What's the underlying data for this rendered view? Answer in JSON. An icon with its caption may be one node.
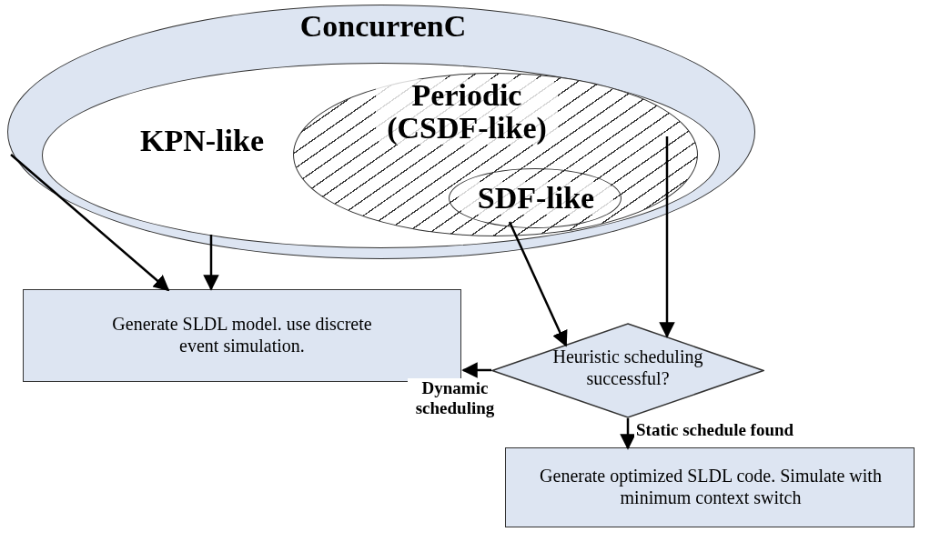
{
  "diagram": {
    "nodes": [
      {
        "text": [
          "ConcurrenC"
        ]
      },
      {
        "text": [
          "KPN-like"
        ],
        "in": 0
      },
      {
        "text": [
          "Periodic (CSDF-like)"
        ],
        "in": 1
      },
      {
        "text": [
          "SDF-like"
        ],
        "in": 2
      },
      {
        "text": [
          "Generate SLDL model. use discrete event simulation."
        ]
      },
      {
        "text": [
          "Heuristic scheduling successful?"
        ]
      },
      {
        "text": [
          "Generate optimized SLDL code. Simulate with minimum context switch"
        ]
      }
    ],
    "edges": [
      {
        "from": 0,
        "to": 4,
        "arrow": "to"
      },
      {
        "from": 1,
        "to": 4,
        "arrow": "to"
      },
      {
        "from": 3,
        "to": 5,
        "arrow": "to"
      },
      {
        "from": 2,
        "to": 5,
        "arrow": "to"
      },
      {
        "from": 5,
        "to": 4,
        "arrow": "to",
        "label": "Dynamic scheduling"
      },
      {
        "from": 5,
        "to": 6,
        "arrow": "to",
        "label": "Static schedule found"
      }
    ]
  }
}
